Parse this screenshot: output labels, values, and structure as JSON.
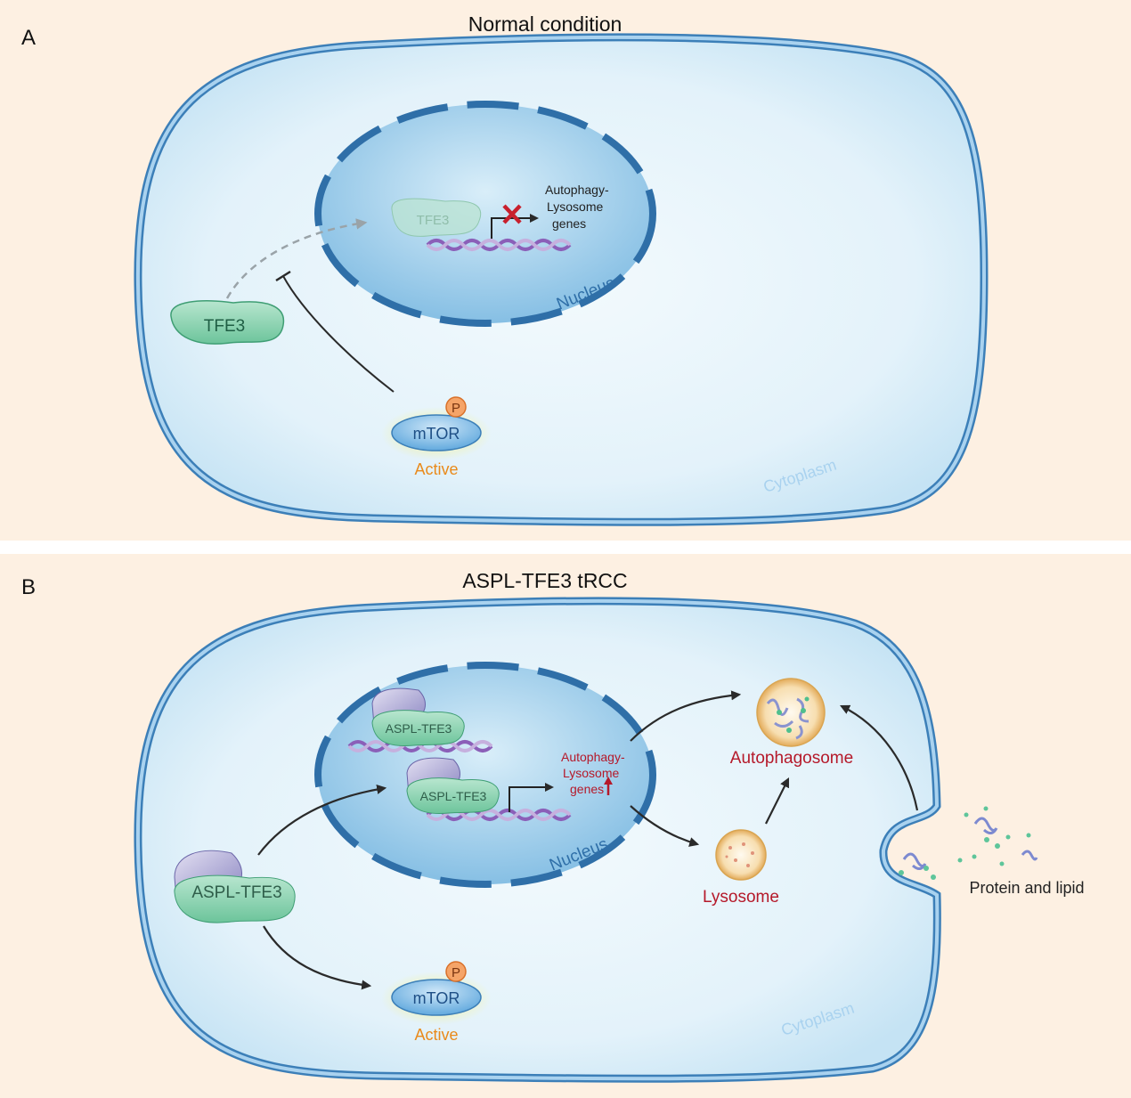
{
  "panel_a": {
    "letter": "A",
    "title": "Normal condition",
    "nucleus_label": "Nucleus",
    "cytoplasm_label": "Cytoplasm",
    "tfe3_cytoplasm": "TFE3",
    "tfe3_nucleus": "TFE3",
    "genes_label": [
      "Autophagy-",
      "Lysosome",
      "genes"
    ],
    "mtor_label": "mTOR",
    "phospho_label": "P",
    "mtor_state": "Active"
  },
  "panel_b": {
    "letter": "B",
    "title": "ASPL-TFE3 tRCC",
    "nucleus_label": "Nucleus",
    "cytoplasm_label": "Cytoplasm",
    "fusion_cytoplasm": "ASPL-TFE3",
    "fusion_nucleus_1": "ASPL-TFE3",
    "fusion_nucleus_2": "ASPL-TFE3",
    "genes_label": [
      "Autophagy-",
      "Lysosome",
      "genes"
    ],
    "mtor_label": "mTOR",
    "phospho_label": "P",
    "mtor_state": "Active",
    "autophagosome_label": "Autophagosome",
    "lysosome_label": "Lysosome",
    "protein_lipid_label": "Protein and lipid"
  },
  "colors": {
    "background": "#fdf0e2",
    "membrane": "#3c7fb8",
    "cytoplasm": "#d4ebf7",
    "nucleus": "#8ec3e6",
    "tfe3": "#8fd1b2",
    "highlight_red": "#b5192a",
    "active_orange": "#e98a1b"
  }
}
